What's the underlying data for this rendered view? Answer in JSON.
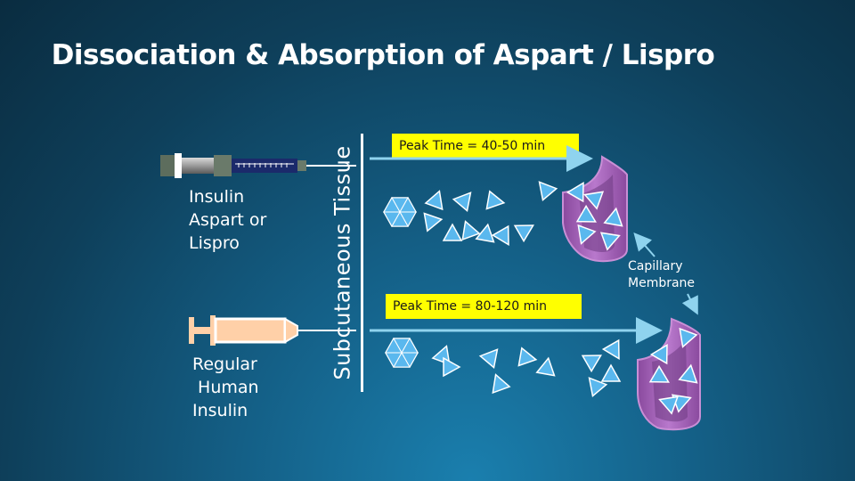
{
  "title": "Dissociation & Absorption of Aspart / Lispro",
  "labels": {
    "aspart_line1": "Insulin",
    "aspart_line2": "Aspart or",
    "aspart_line3": "Lispro",
    "regular_line1": "Regular",
    "regular_line2": " Human",
    "regular_line3": "Insulin",
    "tissue": "Subcutaneous Tissue",
    "peak_top": "Peak Time = 40-50 min",
    "peak_bottom": "Peak Time = 80-120 min",
    "capillary_line1": "Capillary",
    "capillary_line2": "Membrane"
  },
  "colors": {
    "molecule": "#5ab8ee",
    "hexamer_bg": "#aad6f3",
    "membrane": "#a35fb7",
    "membrane_light": "#c98fd6",
    "highlight_box": "#ffff00",
    "arrow": "#8fd3ee",
    "syringe_barrel": "#ffd0a8"
  },
  "icons": {
    "syringe_top": "pen-syringe-icon",
    "syringe_bottom": "syringe-icon",
    "hexamer": "hexamer-icon",
    "monomer": "monomer-triangle-icon",
    "capillary": "capillary-vessel-icon"
  }
}
